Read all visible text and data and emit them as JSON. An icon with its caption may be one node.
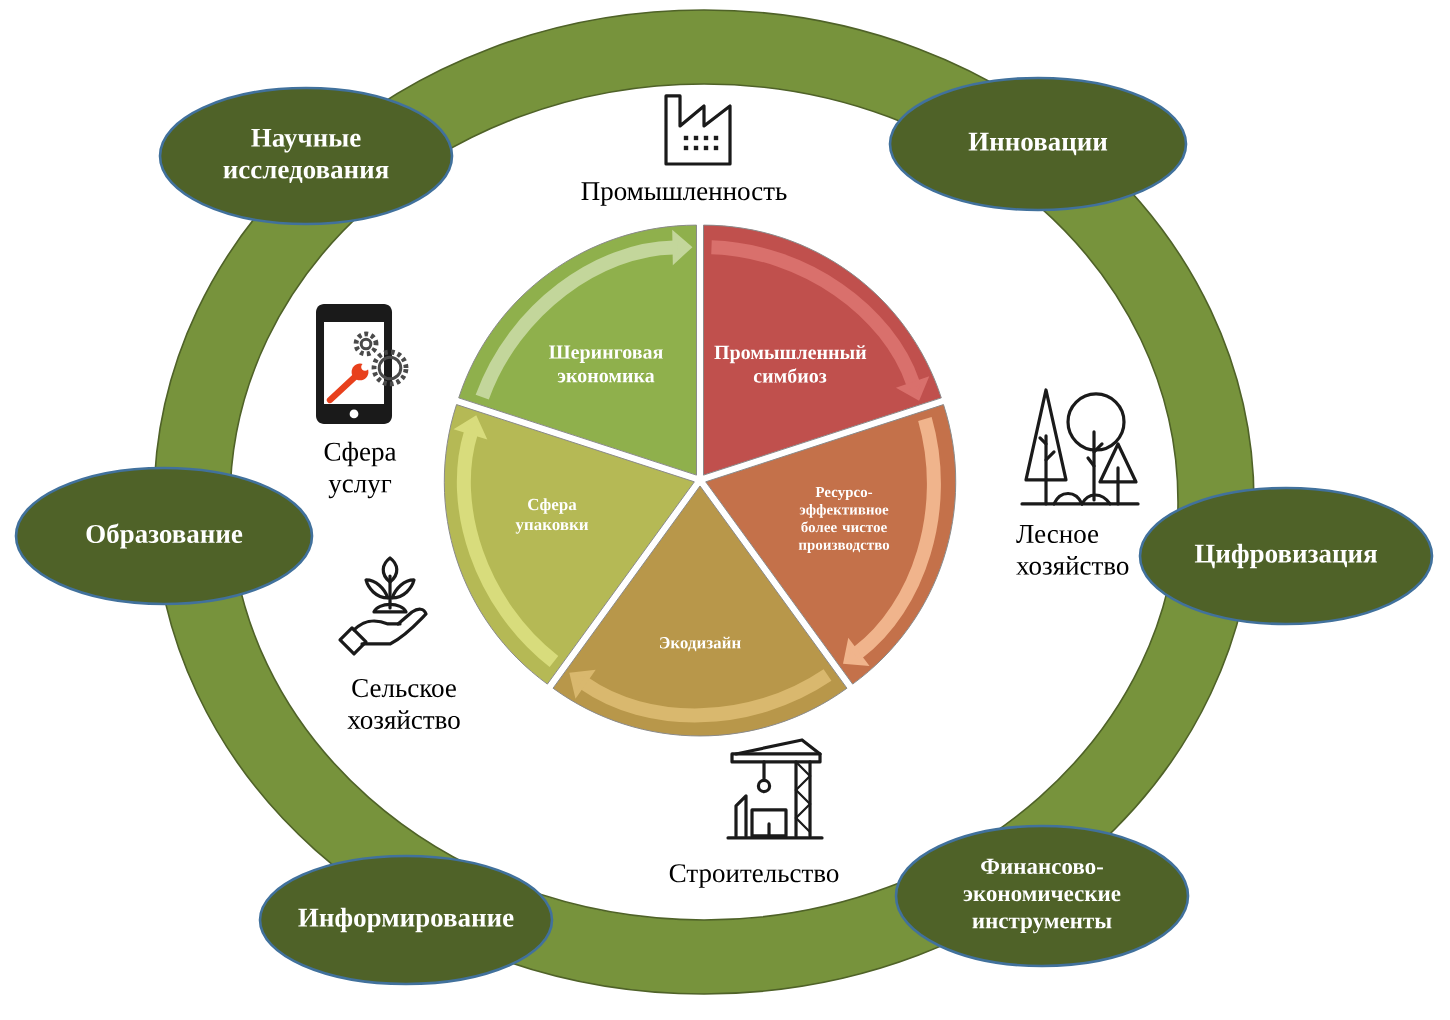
{
  "diagram": {
    "nodes": [
      {
        "text": [
          "Научные исследования"
        ]
      },
      {
        "text": [
          "Инновации"
        ]
      },
      {
        "text": [
          "Шеринговая экономика"
        ]
      },
      {
        "text": [
          "Промышленный симбиоз"
        ]
      },
      {
        "text": [
          "Сфера упаковки"
        ]
      },
      {
        "text": [
          "Ресурсо-эффективное более чистое производство"
        ]
      },
      {
        "text": [
          "Образование"
        ]
      },
      {
        "text": [
          "Цифровизация"
        ]
      },
      {
        "text": [
          "Экодизайн"
        ]
      },
      {
        "text": [
          "Информирование"
        ]
      },
      {
        "text": [
          "Финансово-экономические инструменты"
        ]
      }
    ],
    "edges": [
      {
        "from": 2,
        "to": 3,
        "arrow": "to",
        "color": "#c3d69b"
      },
      {
        "from": 3,
        "to": 5,
        "arrow": "to",
        "color": "#d9706c"
      },
      {
        "from": 5,
        "to": 8,
        "arrow": "to",
        "color": "#f0b48c"
      },
      {
        "from": 8,
        "to": 4,
        "arrow": "to",
        "color": "#d9b86e"
      },
      {
        "from": 4,
        "to": 2,
        "arrow": "to",
        "color": "#d8dc7c"
      }
    ],
    "labels": [
      "Промышленность",
      "Сфера услуг",
      "Лесное хозяйство",
      "Сельское хозяйство",
      "Строительство"
    ]
  }
}
